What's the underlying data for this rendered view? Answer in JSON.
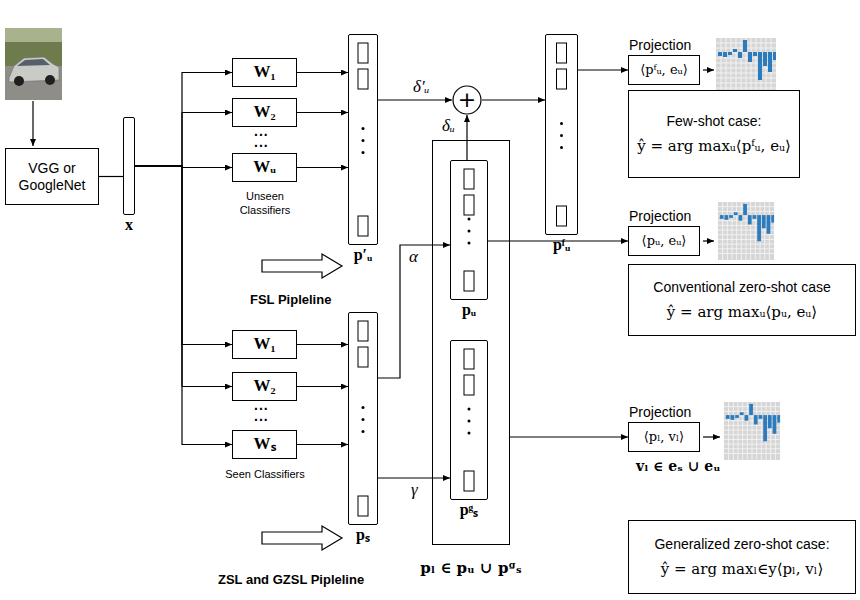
{
  "diagram": {
    "nodes": [
      {
        "text": [
          "VGG or GoogleNet"
        ]
      },
      {
        "text": [
          "x"
        ]
      },
      {
        "text": [
          "W₁"
        ]
      },
      {
        "text": [
          "W₂"
        ]
      },
      {
        "text": [
          "Wᵤ"
        ]
      },
      {
        "text": [
          "p′ᵤ"
        ]
      },
      {
        "text": [
          "+"
        ]
      },
      {
        "text": [
          "pᶠᵤ"
        ]
      },
      {
        "text": [
          "Projection",
          "⟨pᶠᵤ, eᵤ⟩"
        ]
      },
      {
        "text": [
          "Few-shot case:",
          "ŷ = arg maxᵤ⟨pᶠᵤ, eᵤ⟩"
        ]
      },
      {
        "text": [
          "W₁"
        ]
      },
      {
        "text": [
          "W₂"
        ]
      },
      {
        "text": [
          "Wₛ"
        ]
      },
      {
        "text": [
          "pₛ"
        ]
      },
      {
        "text": [
          "pₗ ∈ pᵤ ∪ pᵍₛ"
        ]
      },
      {
        "text": [
          "pᵤ"
        ],
        "in": 14
      },
      {
        "text": [
          "pᵍₛ"
        ],
        "in": 14
      },
      {
        "text": [
          "Projection",
          "⟨pᵤ, eᵤ⟩"
        ]
      },
      {
        "text": [
          "Conventional zero-shot case",
          "ŷ = arg maxᵤ⟨pᵤ, eᵤ⟩"
        ]
      },
      {
        "text": [
          "Projection",
          "⟨pₗ, vₗ⟩"
        ]
      },
      {
        "text": [
          "Generalized zero-shot case:",
          "ŷ = arg maxₗ∈y⟨pₗ, vₗ⟩"
        ]
      }
    ],
    "edges": [
      {
        "from": 0,
        "to": 1,
        "arrow": "none"
      },
      {
        "from": 1,
        "to": 2,
        "arrow": "to"
      },
      {
        "from": 1,
        "to": 3,
        "arrow": "to"
      },
      {
        "from": 1,
        "to": 4,
        "arrow": "to"
      },
      {
        "from": 1,
        "to": 10,
        "arrow": "to"
      },
      {
        "from": 1,
        "to": 11,
        "arrow": "to"
      },
      {
        "from": 1,
        "to": 12,
        "arrow": "to"
      },
      {
        "from": 2,
        "to": 5,
        "arrow": "to"
      },
      {
        "from": 3,
        "to": 5,
        "arrow": "to"
      },
      {
        "from": 4,
        "to": 5,
        "arrow": "to"
      },
      {
        "from": 10,
        "to": 13,
        "arrow": "to"
      },
      {
        "from": 11,
        "to": 13,
        "arrow": "to"
      },
      {
        "from": 12,
        "to": 13,
        "arrow": "to"
      },
      {
        "from": 5,
        "to": 6,
        "label": "δ′ᵤ",
        "arrow": "to"
      },
      {
        "from": 15,
        "to": 6,
        "label": "δᵤ",
        "arrow": "to"
      },
      {
        "from": 6,
        "to": 7,
        "arrow": "to"
      },
      {
        "from": 7,
        "to": 8,
        "arrow": "to"
      },
      {
        "from": 13,
        "to": 15,
        "label": "α",
        "arrow": "to"
      },
      {
        "from": 13,
        "to": 16,
        "label": "γ",
        "arrow": "to"
      },
      {
        "from": 15,
        "to": 17,
        "arrow": "to"
      },
      {
        "from": 14,
        "to": 19,
        "arrow": "to"
      }
    ],
    "labels": [
      "...",
      "...",
      "...",
      "...",
      "Unseen Classifiers",
      "FSL Pipleline",
      "Seen Classifiers",
      "ZSL and GZSL Pipleline",
      "vₗ ∈ eₛ ∪ eᵤ"
    ]
  }
}
